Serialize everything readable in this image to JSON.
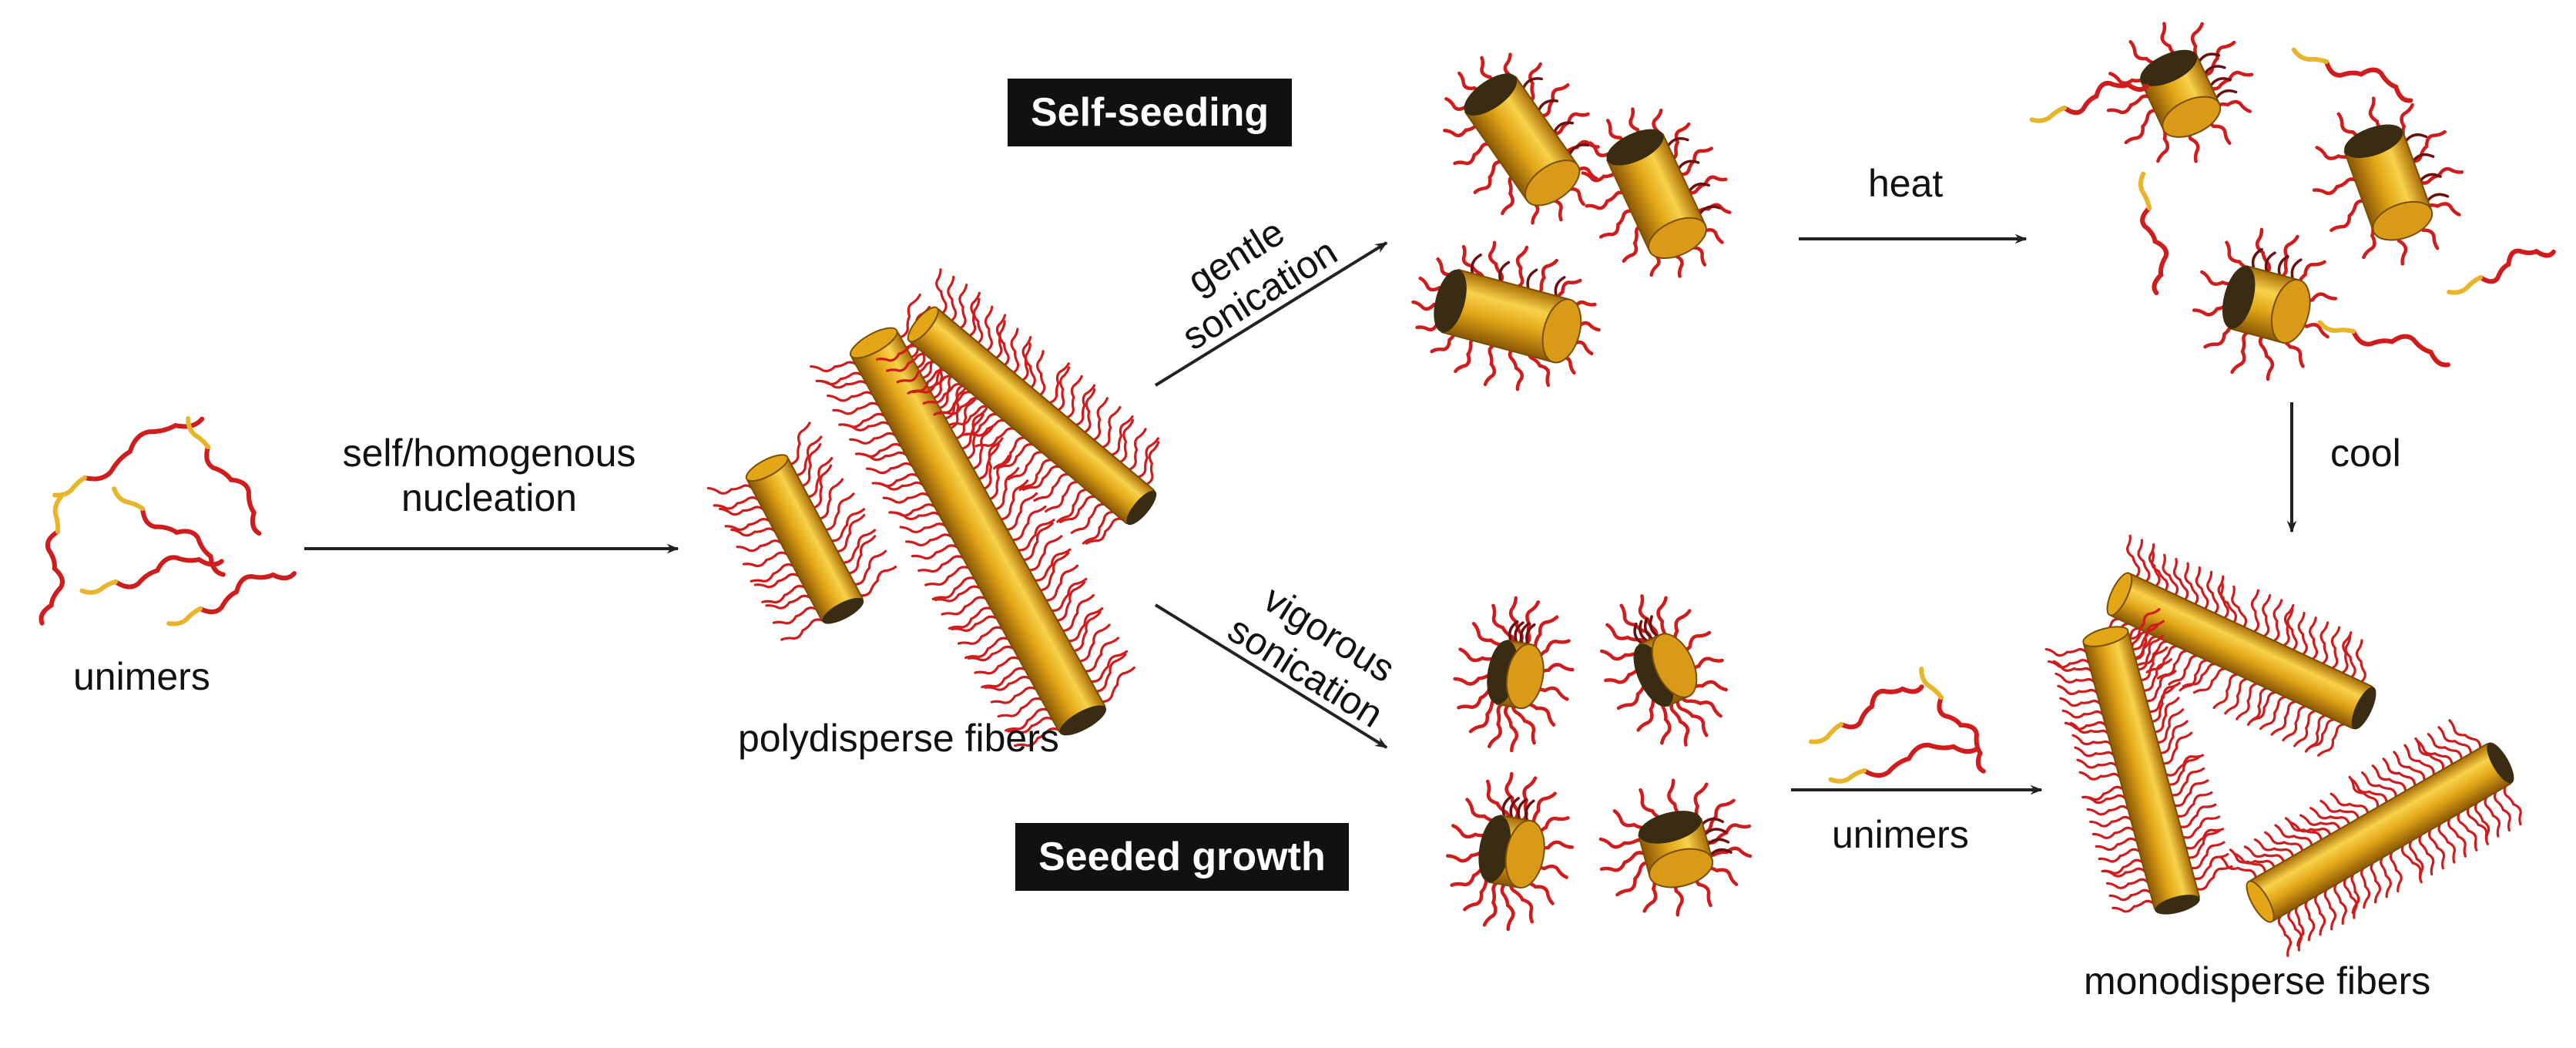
{
  "labels": {
    "unimers_left": "unimers",
    "self_nucleation_line1": "self/homogenous",
    "self_nucleation_line2": "nucleation",
    "polydisperse": "polydisperse fibers",
    "gentle_line1": "gentle",
    "gentle_line2": "sonication",
    "vigorous_line1": "vigorous",
    "vigorous_line2": "sonication",
    "self_seeding": "Self-seeding",
    "seeded_growth": "Seeded growth",
    "heat": "heat",
    "cool": "cool",
    "unimers_mid": "unimers",
    "monodisperse": "monodisperse fibers"
  },
  "colors": {
    "core_light": "#f7d24a",
    "core_mid": "#e2a617",
    "core_dark": "#a86c05",
    "core_end": "#3a2c12",
    "corona": "#d01c1c",
    "corona_dark": "#6b1010",
    "core_block": "#e8b52a",
    "arrow": "#222222",
    "tag_bg": "#111111"
  }
}
